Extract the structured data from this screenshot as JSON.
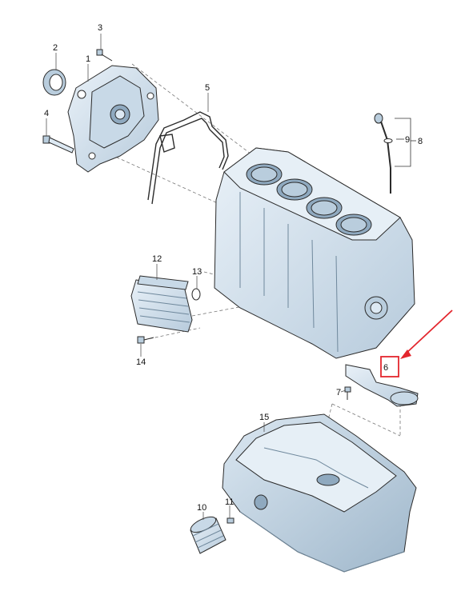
{
  "callouts": {
    "c1": "1",
    "c2": "2",
    "c3": "3",
    "c4": "4",
    "c5": "5",
    "c6": "6",
    "c7": "7",
    "c8": "8",
    "c9": "9",
    "c10": "10",
    "c11": "11",
    "c12": "12",
    "c13": "13",
    "c14": "14",
    "c15": "15"
  },
  "colors": {
    "part_fill": "#dde9f3",
    "part_shade": "#b9cddd",
    "part_dark": "#8fa9bf",
    "outline": "#2b2b2b",
    "leader": "#555555",
    "highlight": "#e3262d"
  }
}
